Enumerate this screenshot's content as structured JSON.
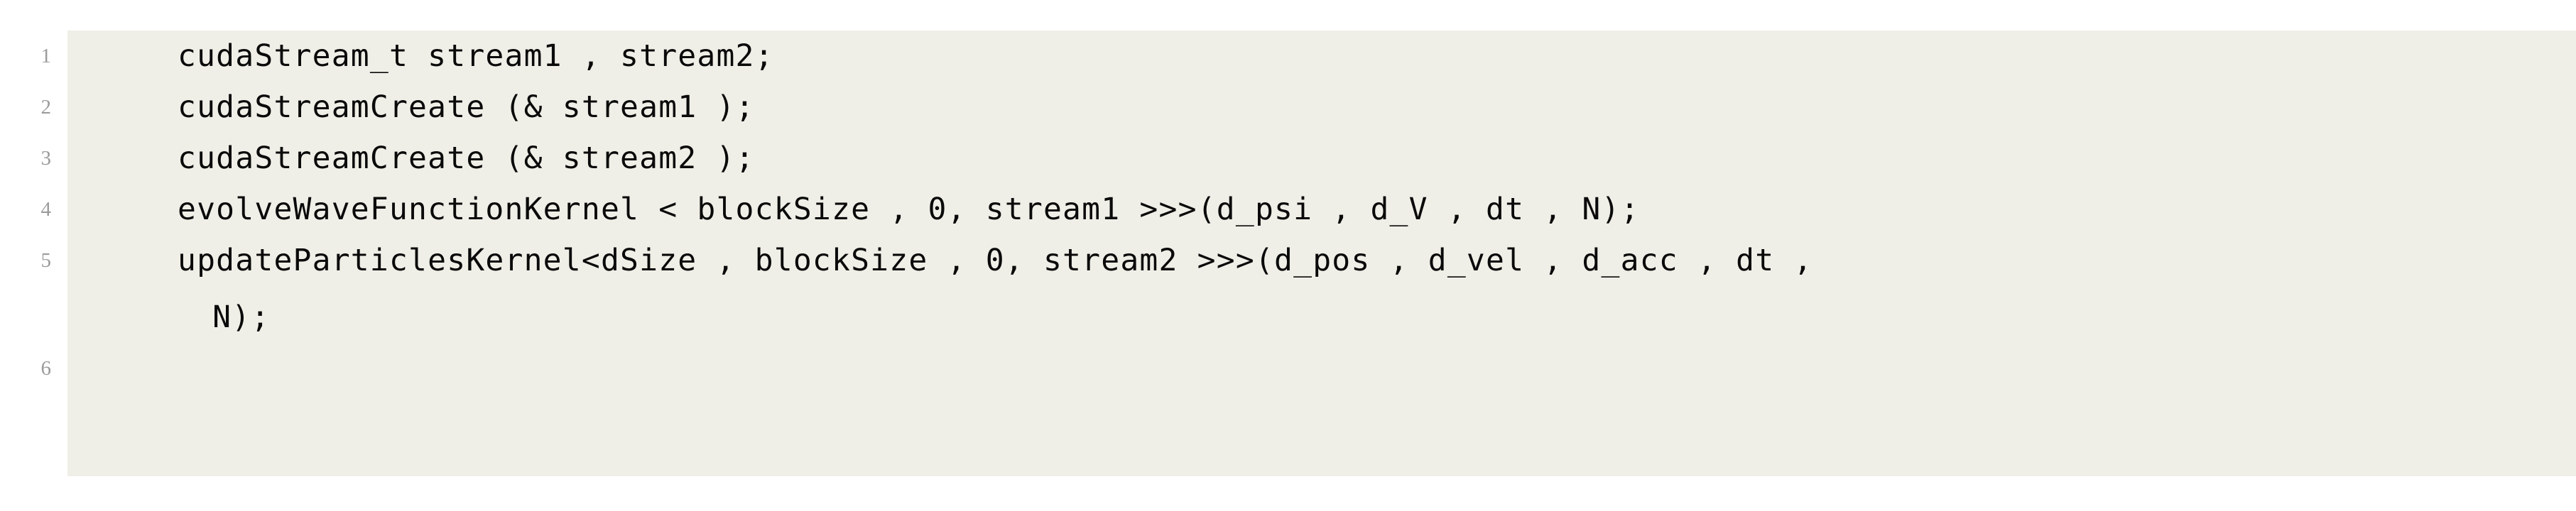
{
  "listing": {
    "language": "CUDA C++",
    "background_color": "#f0efe7",
    "line_number_color": "#9b9b9b",
    "code_color": "#0a0a0a",
    "page_background": "#ffffff",
    "lines": [
      {
        "number": "1",
        "code": "cudaStream_t stream1 , stream2;",
        "continuation": null
      },
      {
        "number": "2",
        "code": "cudaStreamCreate (& stream1 );",
        "continuation": null
      },
      {
        "number": "3",
        "code": "cudaStreamCreate (& stream2 );",
        "continuation": null
      },
      {
        "number": "4",
        "code": "evolveWaveFunctionKernel < blockSize , 0, stream1 >>>(d_psi , d_V , dt , N);",
        "continuation": null
      },
      {
        "number": "5",
        "code": "updateParticlesKernel<dSize , blockSize , 0, stream2 >>>(d_pos , d_vel , d_acc , dt ,",
        "continuation": " N);"
      },
      {
        "number": "6",
        "code": "",
        "continuation": null
      }
    ]
  }
}
